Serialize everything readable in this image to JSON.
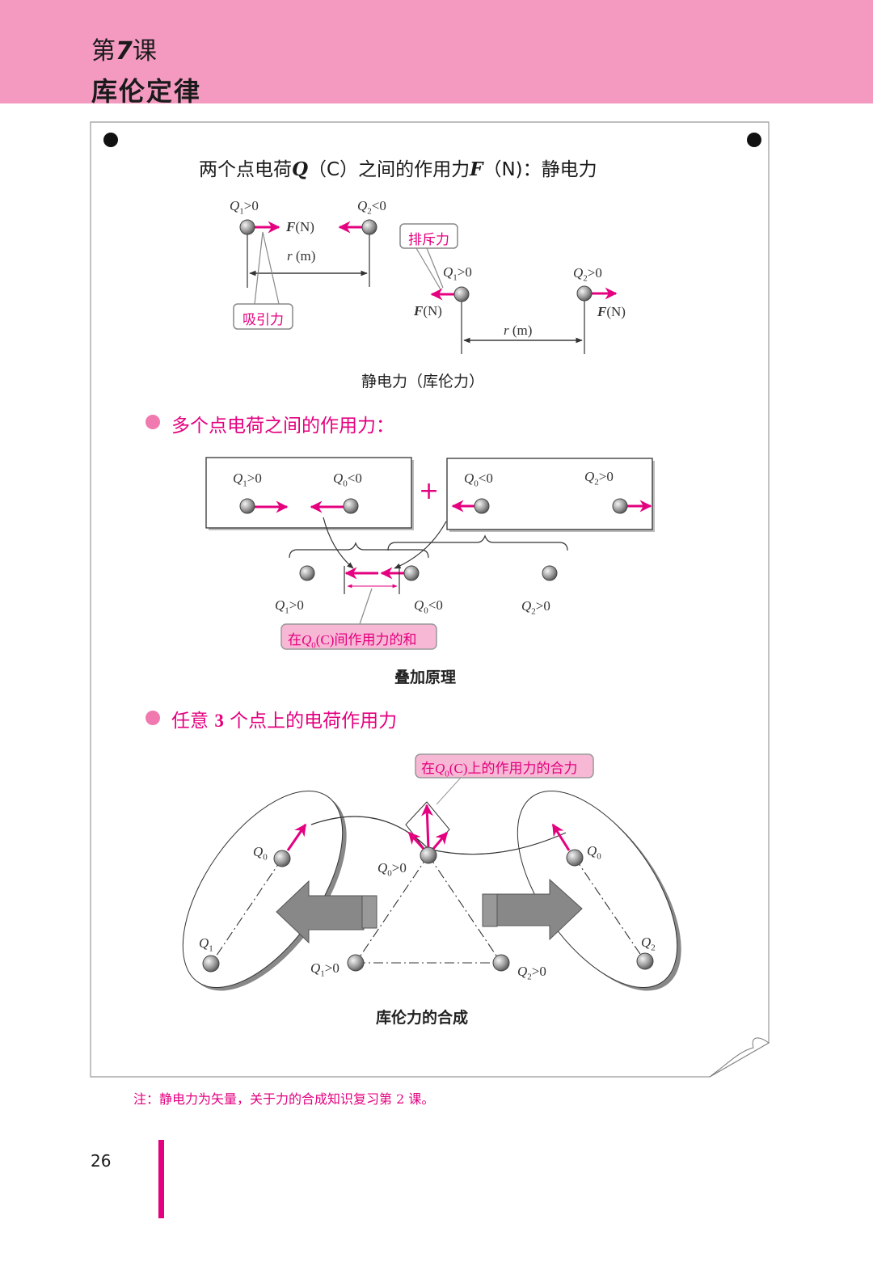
{
  "header": {
    "lesson_prefix": "第",
    "lesson_number": "7",
    "lesson_suffix": "课",
    "title": "库伦定律"
  },
  "colors": {
    "header_bg": "#f49ac1",
    "accent": "#e4007f",
    "callout_fill": "#f6b8d4"
  },
  "figure1": {
    "title_parts": [
      "两个点电荷",
      "Q",
      "（C）之间的作用力",
      "F",
      "（N)：静电力"
    ],
    "attraction": {
      "q1": {
        "q": "Q",
        "sub": "1",
        "rel": ">0"
      },
      "q2": {
        "q": "Q",
        "sub": "2",
        "rel": "<0"
      },
      "force": {
        "f": "F",
        "unit": "(N)"
      },
      "distance": {
        "r": "r",
        "unit": " (m)"
      },
      "callout": "吸引力"
    },
    "repulsion": {
      "q1": {
        "q": "Q",
        "sub": "1",
        "rel": ">0"
      },
      "q2": {
        "q": "Q",
        "sub": "2",
        "rel": ">0"
      },
      "force_left": {
        "f": "F",
        "unit": "(N)"
      },
      "force_right": {
        "f": "F",
        "unit": "(N)"
      },
      "distance": {
        "r": "r",
        "unit": " (m)"
      },
      "callout": "排斥力"
    },
    "caption": "静电力（库伦力）"
  },
  "section1": {
    "heading": "多个点电荷之间的作用力：",
    "box1": {
      "a": {
        "q": "Q",
        "sub": "1",
        "rel": ">0"
      },
      "b": {
        "q": "Q",
        "sub": "0",
        "rel": "<0"
      }
    },
    "plus": "+",
    "box2": {
      "a": {
        "q": "Q",
        "sub": "0",
        "rel": "<0"
      },
      "b": {
        "q": "Q",
        "sub": "2",
        "rel": ">0"
      }
    },
    "row": [
      {
        "q": "Q",
        "sub": "1",
        "rel": ">0"
      },
      {
        "q": "Q",
        "sub": "0",
        "rel": "<0"
      },
      {
        "q": "Q",
        "sub": "2",
        "rel": ">0"
      }
    ],
    "callout": {
      "pre": "在",
      "q": "Q",
      "sub": "0",
      "post": "(C)间作用力的和"
    },
    "caption": "叠加原理"
  },
  "section2": {
    "heading_pre": "任意 ",
    "heading_num": "3",
    "heading_post": " 个点上的电荷作用力",
    "callout": {
      "pre": "在",
      "q": "Q",
      "sub": "0",
      "post": "(C)上的作用力的合力"
    },
    "left_q0": {
      "q": "Q",
      "sub": "0",
      "rel": ""
    },
    "left_q1": {
      "q": "Q",
      "sub": "1",
      "rel": ""
    },
    "right_q0": {
      "q": "Q",
      "sub": "0",
      "rel": ""
    },
    "right_q2": {
      "q": "Q",
      "sub": "2",
      "rel": ""
    },
    "center_q0": {
      "q": "Q",
      "sub": "0",
      "rel": ">0"
    },
    "center_q1": {
      "q": "Q",
      "sub": "1",
      "rel": ">0"
    },
    "center_q2": {
      "q": "Q",
      "sub": "2",
      "rel": ">0"
    },
    "caption": "库伦力的合成"
  },
  "note": "注：静电力为矢量，关于力的合成知识复习第 2 课。",
  "page_number": "26"
}
